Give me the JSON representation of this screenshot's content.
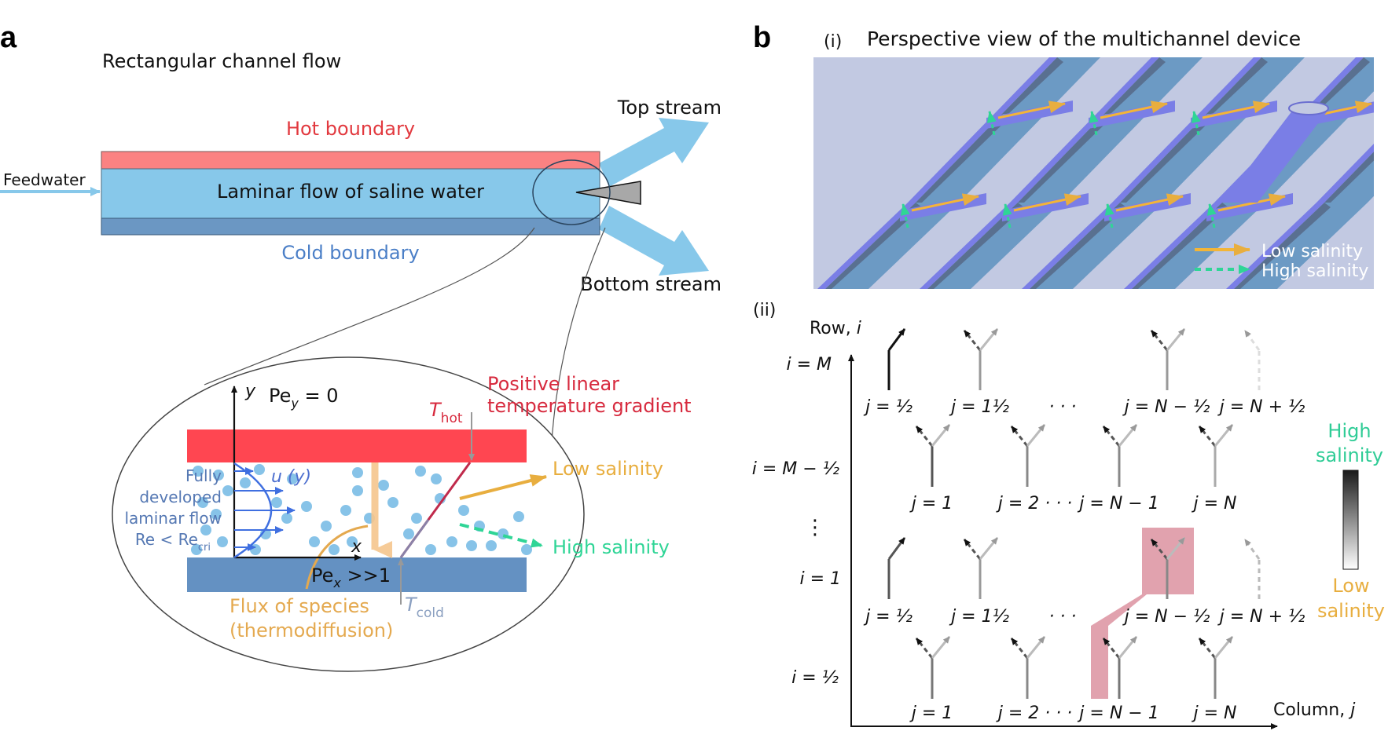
{
  "colors": {
    "hot": "#fb8282",
    "hot_zoom": "#ff4651",
    "water": "#87c8ea",
    "cold": "#6b97c3",
    "cold_zoom": "#6491c2",
    "hot_text": "#e2393f",
    "cold_text": "#4b7fc7",
    "low_salinity": "#e8ae3f",
    "high_salinity": "#2fd596",
    "gradient_text": "#d72a3e",
    "flow_text": "#5578b3",
    "flux": "#e4a94f",
    "device_bg": "#c2c9e2",
    "channel_wall": "#7a7ee6",
    "channel_floor": "#6c9ac4",
    "highlight": "#d98b9a"
  },
  "panel_a": {
    "label": "a",
    "title": "Rectangular channel flow",
    "hot_boundary": "Hot boundary",
    "cold_boundary": "Cold boundary",
    "feedwater": "Feedwater",
    "channel_text": "Laminar flow of saline water",
    "top_stream": "Top stream",
    "bottom_stream": "Bottom stream",
    "zoom": {
      "y_axis": "y",
      "x_axis": "x",
      "pe_y": "Pe",
      "pe_y_sub": "y",
      "pe_y_rest": " = 0",
      "pe_x": "Pe",
      "pe_x_sub": "x",
      "pe_x_rest": " >>1",
      "gradient_line1": "Positive linear",
      "gradient_line2": "temperature gradient",
      "t_hot": "T",
      "t_hot_sub": "hot",
      "t_cold": "T",
      "t_cold_sub": "cold",
      "u_y": "u (y)",
      "flow_line1": "Fully",
      "flow_line2": "developed",
      "flow_line3": "laminar flow",
      "flow_line4": "Re < Re",
      "flow_line4_sub": "cri",
      "low_salinity": "Low salinity",
      "high_salinity": "High salinity",
      "flux_line1": "Flux of species",
      "flux_line2": "(thermodiffusion)"
    }
  },
  "panel_b": {
    "label": "b",
    "sub_i": "(i)",
    "sub_i_title": "Perspective view of the multichannel device",
    "legend_low": "Low salinity",
    "legend_high": "High salinity",
    "sub_ii": "(ii)",
    "row_axis": "Row, ",
    "row_axis_var": "i",
    "col_axis": "Column, ",
    "col_axis_var": "j",
    "row_labels": [
      "i = M",
      "i = M − ½",
      "⋮",
      "i = 1",
      "i = ½"
    ],
    "upper_labels": [
      "j = ½",
      "j = 1½",
      "· · ·",
      "j = N − ½",
      "j = N + ½"
    ],
    "lower_labels": [
      "j = 1",
      "j = 2 · · ·",
      "j = N − 1",
      "j = N"
    ],
    "scale_high": [
      "High",
      "salinity"
    ],
    "scale_low": [
      "Low",
      "salinity"
    ]
  }
}
